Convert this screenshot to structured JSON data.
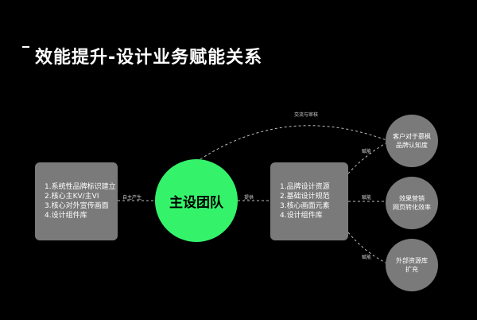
{
  "title": "效能提升-设计业务赋能关系",
  "hub_label": "主设团队",
  "left_box": {
    "lines": [
      "1.系统性品牌标识建立",
      "2.核心主KV/主VI",
      "3.核心对外宣传画面",
      "4.设计组件库"
    ]
  },
  "right_box": {
    "lines": [
      "1.品牌设计资源",
      "2.基础设计规范",
      "3.核心画面元素",
      "4.设计组件库"
    ]
  },
  "outcomes": [
    {
      "lines": [
        "客户对于慕枫",
        "品牌认知度"
      ]
    },
    {
      "lines": [
        "效果营销",
        "网页转化效率"
      ]
    },
    {
      "lines": [
        "外部资源库",
        "扩充"
      ]
    }
  ],
  "edge_labels": {
    "left_to_hub": "自主产生",
    "hub_to_right": "提供",
    "hub_to_top": "交流与审核",
    "right_to_out1": "赋能",
    "right_to_out2": "赋能",
    "right_to_out3": "赋能"
  },
  "colors": {
    "background": "#000000",
    "hub": "#34f36a",
    "node": "#7a7a7a",
    "line": "#bbbbbb"
  }
}
